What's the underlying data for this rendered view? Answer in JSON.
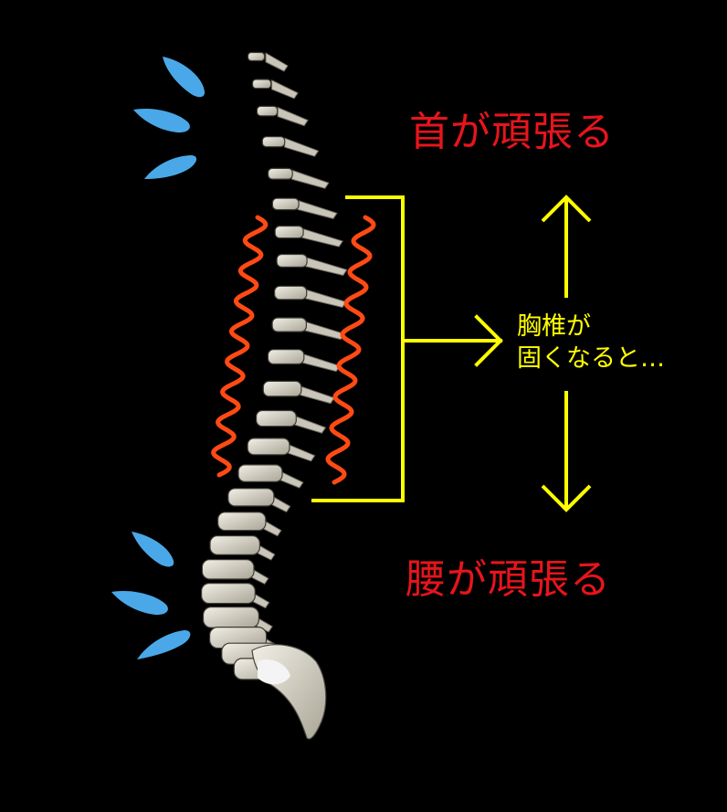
{
  "labels": {
    "neck": "首が頑張る",
    "thoracic_line1": "胸椎が",
    "thoracic_line2": "固くなると…",
    "lower_back": "腰が頑張る"
  },
  "colors": {
    "background": "#000000",
    "red_text": "#e8141c",
    "yellow": "#ffff00",
    "wavy_lines": "#ff4a14",
    "sweat_drops": "#4aa8e8",
    "bone": "#d8d4c8"
  },
  "icons": {
    "spine": "spine-illustration",
    "sweat_top": "sweat-drops-icon",
    "sweat_bottom": "sweat-drops-icon",
    "tension_left": "wavy-line",
    "tension_right": "wavy-line",
    "bracket": "bracket-arrow",
    "arrow_up": "arrow-up-icon",
    "arrow_down": "arrow-down-icon"
  }
}
